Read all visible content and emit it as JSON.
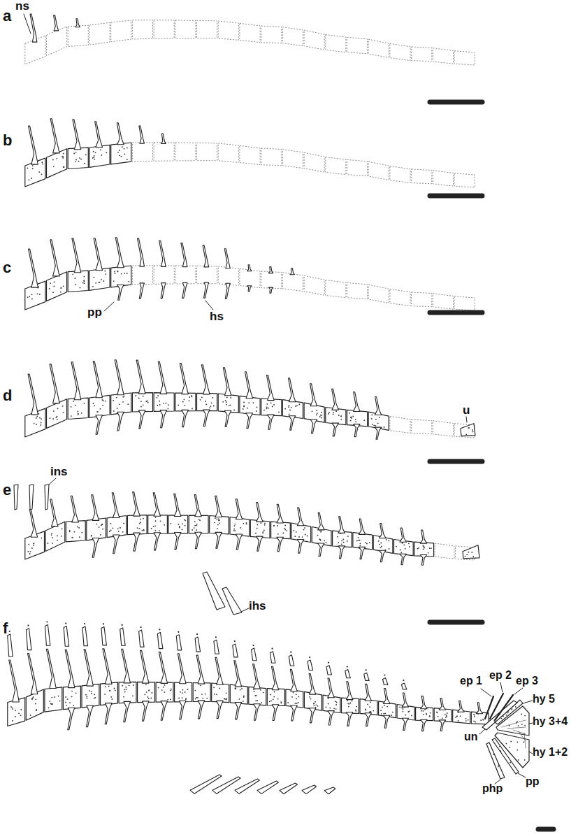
{
  "diagram": {
    "labels": [
      "a",
      "ns",
      "b",
      "c",
      "pp",
      "hs",
      "d",
      "u",
      "e",
      "ins",
      "ihs",
      "f",
      "ep 1",
      "ep 2",
      "ep 3",
      "hy 5",
      "hy 3+4",
      "un",
      "hy 1+2",
      "pp",
      "php"
    ]
  }
}
